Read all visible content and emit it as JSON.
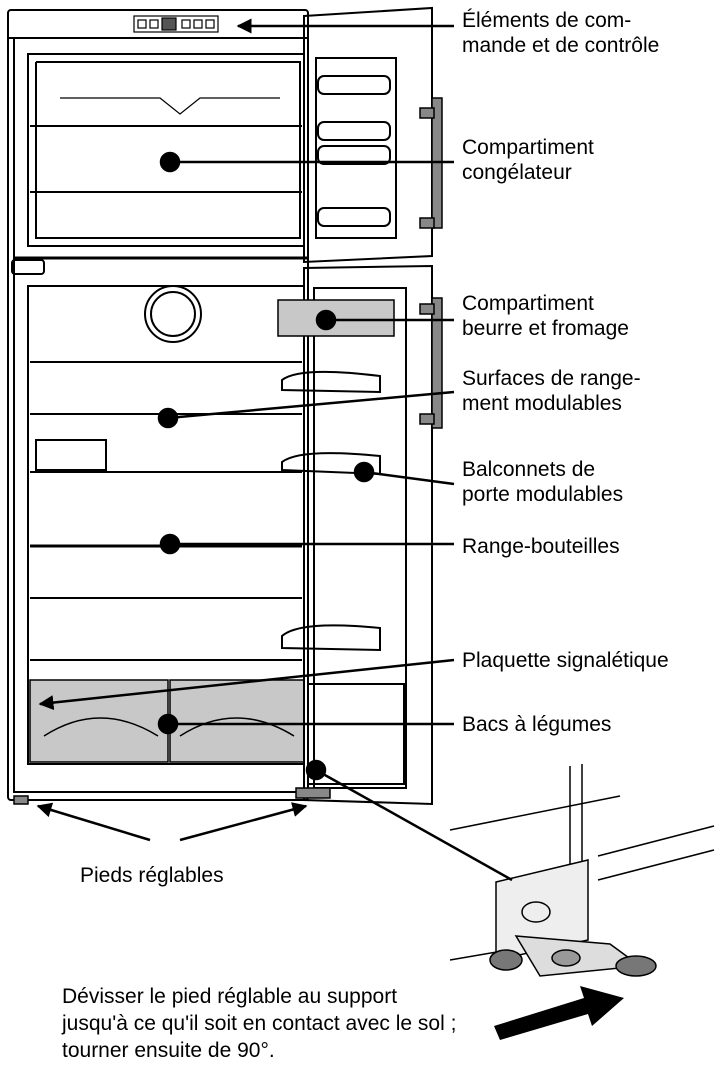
{
  "labels": [
    {
      "id": "controls",
      "text": "Éléments de com-\nmande et de contrôle"
    },
    {
      "id": "freezer",
      "text": "Compartiment\ncongélateur"
    },
    {
      "id": "butter",
      "text": "Compartiment\nbeurre et fromage"
    },
    {
      "id": "shelves",
      "text": "Surfaces de range-\nment modulables"
    },
    {
      "id": "door-balconies",
      "text": "Balconnets de\nporte modulables"
    },
    {
      "id": "bottle-rack",
      "text": "Range-bouteilles"
    },
    {
      "id": "rating-plate",
      "text": "Plaquette signalétique"
    },
    {
      "id": "crispers",
      "text": "Bacs à légumes"
    }
  ],
  "feet_label": "Pieds réglables",
  "instruction": "Dévisser le pied réglable au support jusqu'à ce qu'il soit en contact avec le sol ; tourner ensuite de 90°."
}
